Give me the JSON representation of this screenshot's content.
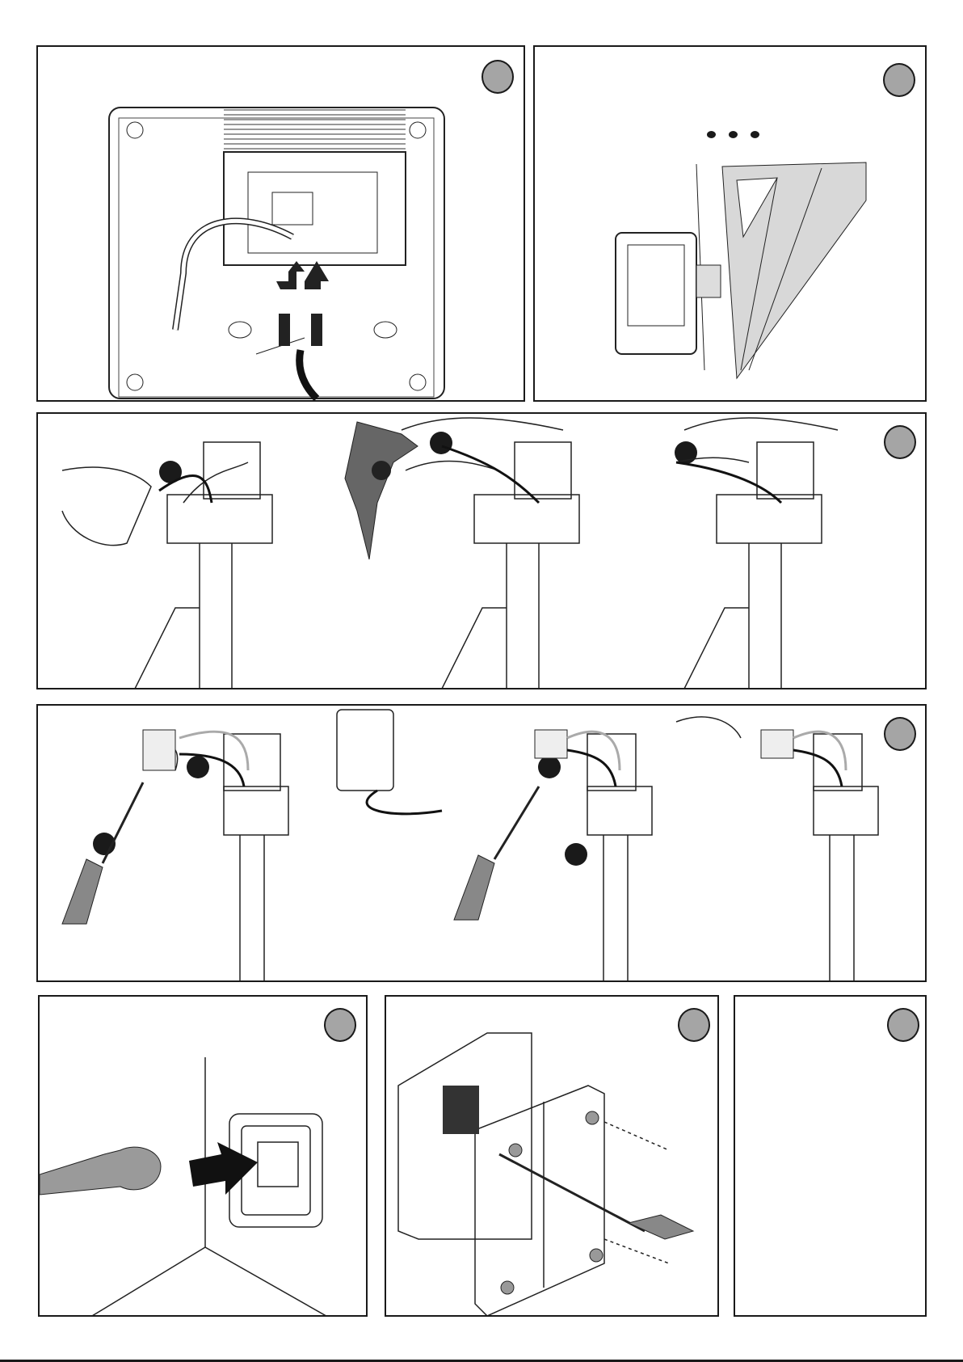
{
  "colors": {
    "border": "#1a1a1a",
    "badge": "#a5a5a5",
    "light_gray": "#d0d0d0",
    "background": "#ffffff"
  },
  "panels": [
    {
      "id": "step-remove-cover-connect-cable",
      "icon": "control-box-wiring-illustration"
    },
    {
      "id": "step-mount-on-gate",
      "icon": "motor-mounted-illustration"
    },
    {
      "id": "step-strip-cable",
      "icon": "cable-stripping-illustration"
    },
    {
      "id": "step-connect-terminal",
      "icon": "terminal-block-illustration"
    },
    {
      "id": "step-plug-in",
      "icon": "power-plug-illustration"
    },
    {
      "id": "step-close-cover",
      "icon": "cover-screws-illustration"
    },
    {
      "id": "step-blank",
      "icon": "empty-panel"
    }
  ]
}
